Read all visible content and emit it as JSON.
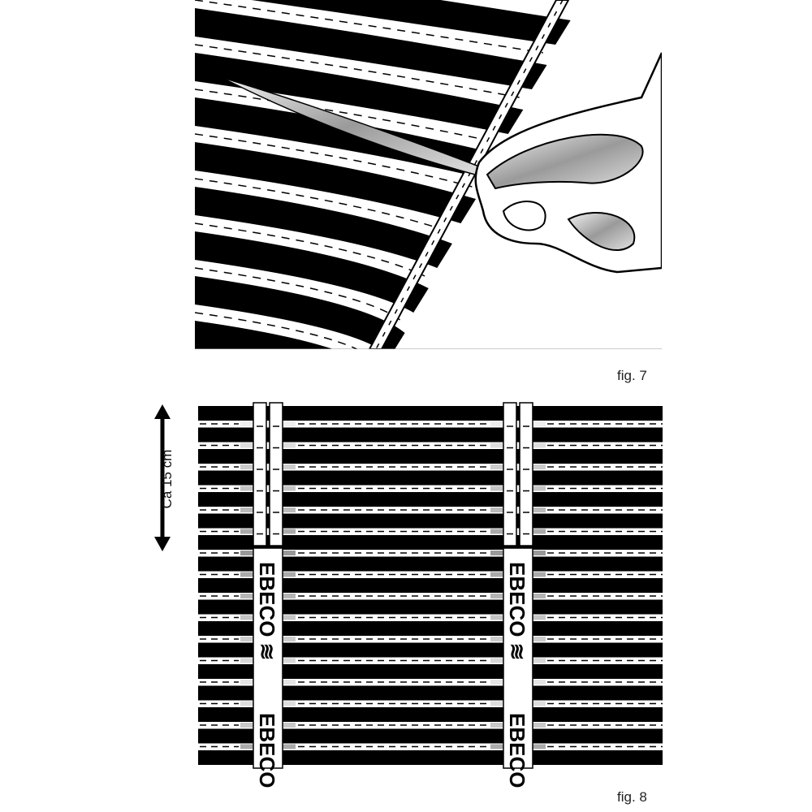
{
  "figures": {
    "fig7": {
      "caption": "fig. 7"
    },
    "fig8": {
      "caption": "fig. 8",
      "dimension_label": "Ca 15 cm",
      "brand_text": "EBECO",
      "brand_symbol": "≋"
    }
  },
  "colors": {
    "ink": "#000000",
    "paper": "#ffffff",
    "tab_gray": "#b8b8b8",
    "metal": "#c8c8c8"
  }
}
